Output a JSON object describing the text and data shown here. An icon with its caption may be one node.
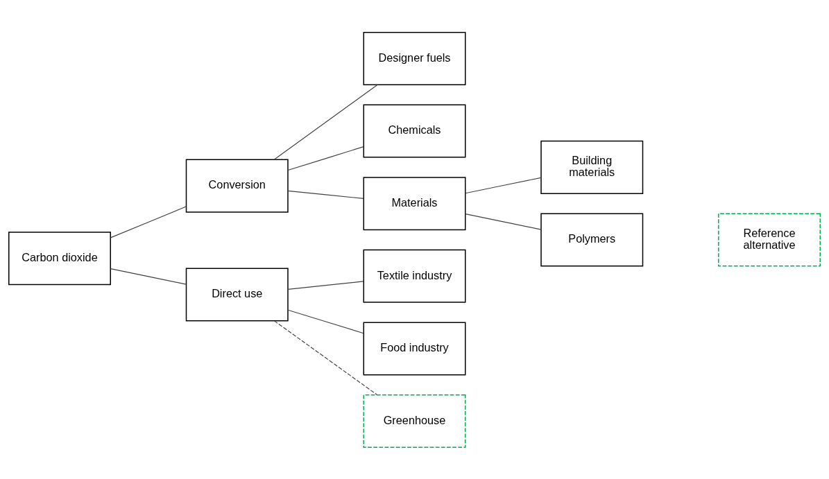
{
  "diagram": {
    "nodes": [
      {
        "text": [
          "Carbon dioxide"
        ]
      },
      {
        "text": [
          "Conversion"
        ]
      },
      {
        "text": [
          "Direct use"
        ]
      },
      {
        "text": [
          "Designer fuels"
        ]
      },
      {
        "text": [
          "Chemicals"
        ]
      },
      {
        "text": [
          "Materials"
        ]
      },
      {
        "text": [
          "Building materials"
        ]
      },
      {
        "text": [
          "Polymers"
        ]
      },
      {
        "text": [
          "Textile industry"
        ]
      },
      {
        "text": [
          "Food industry"
        ]
      },
      {
        "text": [
          "Greenhouse"
        ]
      },
      {
        "text": [
          "Reference alternative"
        ]
      }
    ],
    "edges": [
      {
        "from": 0,
        "to": 1,
        "arrow": "none"
      },
      {
        "from": 0,
        "to": 2,
        "arrow": "none"
      },
      {
        "from": 1,
        "to": 3,
        "arrow": "none"
      },
      {
        "from": 1,
        "to": 4,
        "arrow": "none"
      },
      {
        "from": 1,
        "to": 5,
        "arrow": "none"
      },
      {
        "from": 5,
        "to": 6,
        "arrow": "none"
      },
      {
        "from": 5,
        "to": 7,
        "arrow": "none"
      },
      {
        "from": 2,
        "to": 8,
        "arrow": "none"
      },
      {
        "from": 2,
        "to": 9,
        "arrow": "none"
      },
      {
        "from": 2,
        "to": 10,
        "arrow": "none",
        "style": "dashed"
      }
    ]
  }
}
